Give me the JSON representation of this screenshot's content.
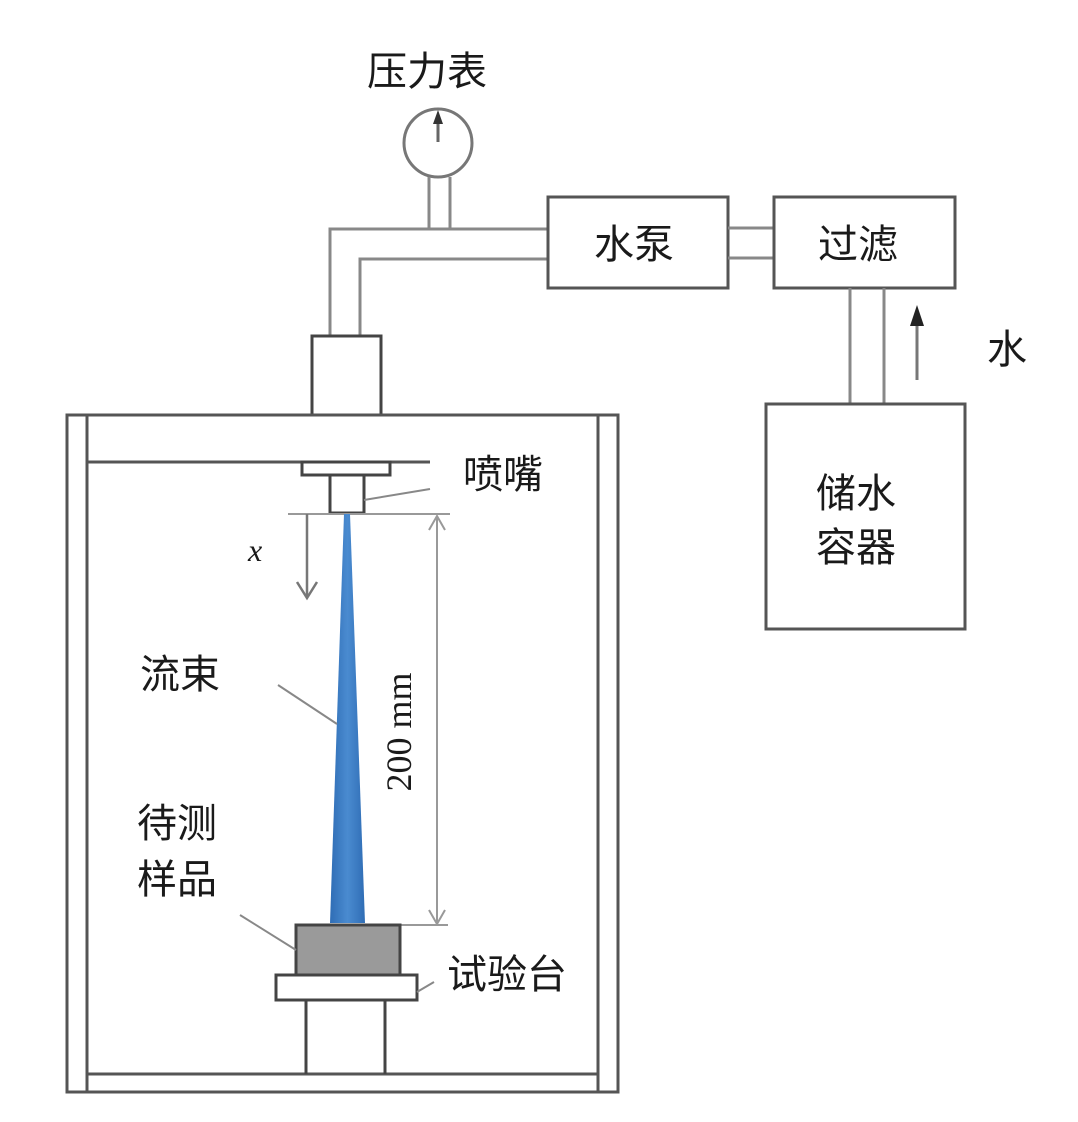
{
  "diagram": {
    "title": "",
    "labels": {
      "pressure_gauge": "压力表",
      "water_pump": "水泵",
      "filter": "过滤",
      "water_in": "水",
      "reservoir_line1": "储水",
      "reservoir_line2": "容器",
      "nozzle": "喷嘴",
      "x_axis": "x",
      "jet": "流束",
      "distance": "200 mm",
      "sample_line1": "待测",
      "sample_line2": "样品",
      "test_bench": "试验台"
    },
    "colors": {
      "line": "#555555",
      "jet": "#3d7cc4",
      "sample_fill": "#9a9a9a",
      "dimension": "#8a8a8a"
    }
  }
}
